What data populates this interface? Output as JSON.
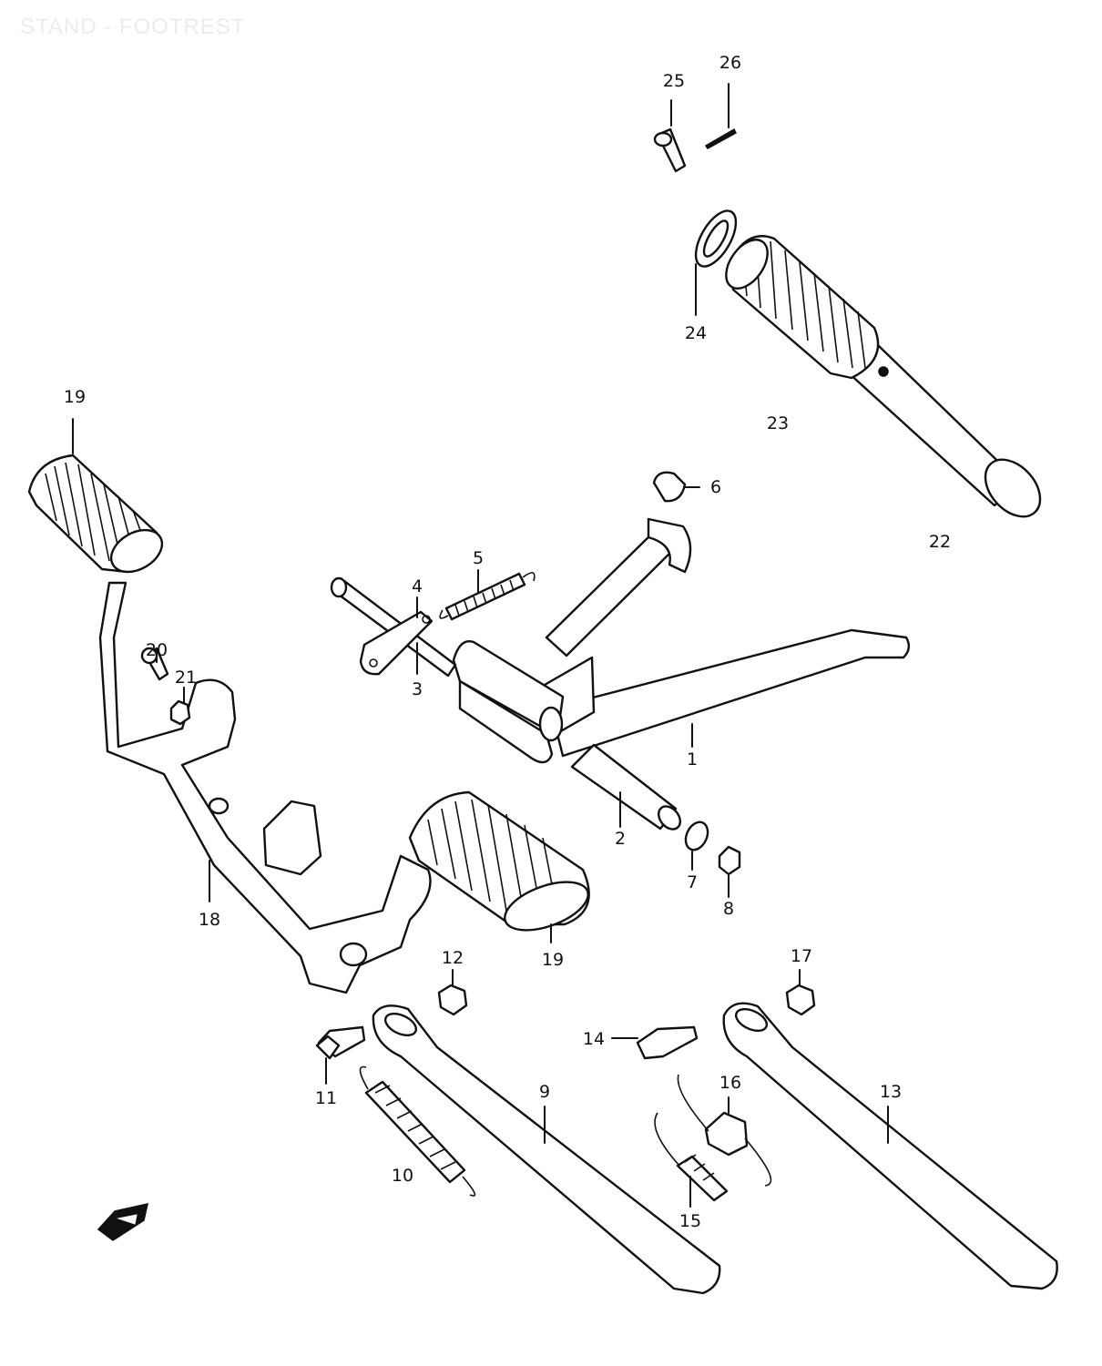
{
  "title": "STAND - FOOTREST",
  "callouts": [
    {
      "id": "c1",
      "text": "1"
    },
    {
      "id": "c2",
      "text": "2"
    },
    {
      "id": "c3",
      "text": "3"
    },
    {
      "id": "c4",
      "text": "4"
    },
    {
      "id": "c5",
      "text": "5"
    },
    {
      "id": "c6",
      "text": "6"
    },
    {
      "id": "c7",
      "text": "7"
    },
    {
      "id": "c8",
      "text": "8"
    },
    {
      "id": "c9",
      "text": "9"
    },
    {
      "id": "c10",
      "text": "10"
    },
    {
      "id": "c11",
      "text": "11"
    },
    {
      "id": "c12",
      "text": "12"
    },
    {
      "id": "c13",
      "text": "13"
    },
    {
      "id": "c14",
      "text": "14"
    },
    {
      "id": "c15",
      "text": "15"
    },
    {
      "id": "c16",
      "text": "16"
    },
    {
      "id": "c17",
      "text": "17"
    },
    {
      "id": "c18",
      "text": "18"
    },
    {
      "id": "c19a",
      "text": "19"
    },
    {
      "id": "c19b",
      "text": "19"
    },
    {
      "id": "c20",
      "text": "20"
    },
    {
      "id": "c21",
      "text": "21"
    },
    {
      "id": "c22",
      "text": "22"
    },
    {
      "id": "c23",
      "text": "23"
    },
    {
      "id": "c24",
      "text": "24"
    },
    {
      "id": "c25",
      "text": "25"
    },
    {
      "id": "c26",
      "text": "26"
    }
  ]
}
